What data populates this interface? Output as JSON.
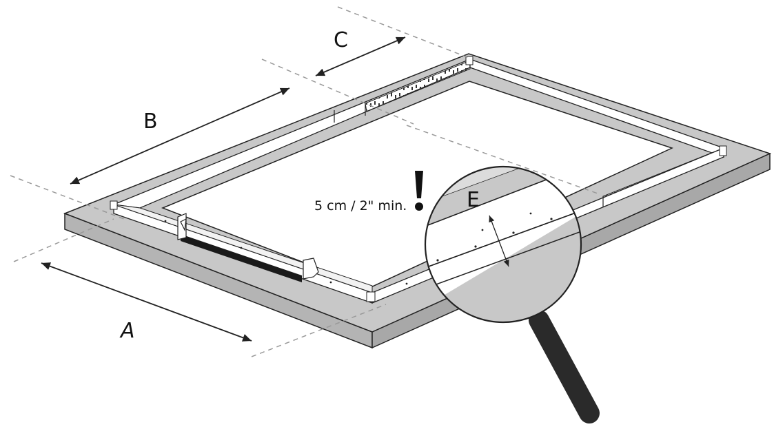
{
  "labels": {
    "a": "A",
    "b": "B",
    "c": "C",
    "e": "E",
    "min_distance": "5 cm / 2\" min."
  },
  "icons": {
    "warning": "exclamation-mark-icon",
    "magnifier": "magnifying-glass-icon"
  },
  "colors": {
    "countertop": "#c8c8c8",
    "countertop_side": "#b4b4b4",
    "outline": "#222222",
    "frame": "#ffffff",
    "handle": "#2a2a2a",
    "dashed_line": "#999999"
  }
}
